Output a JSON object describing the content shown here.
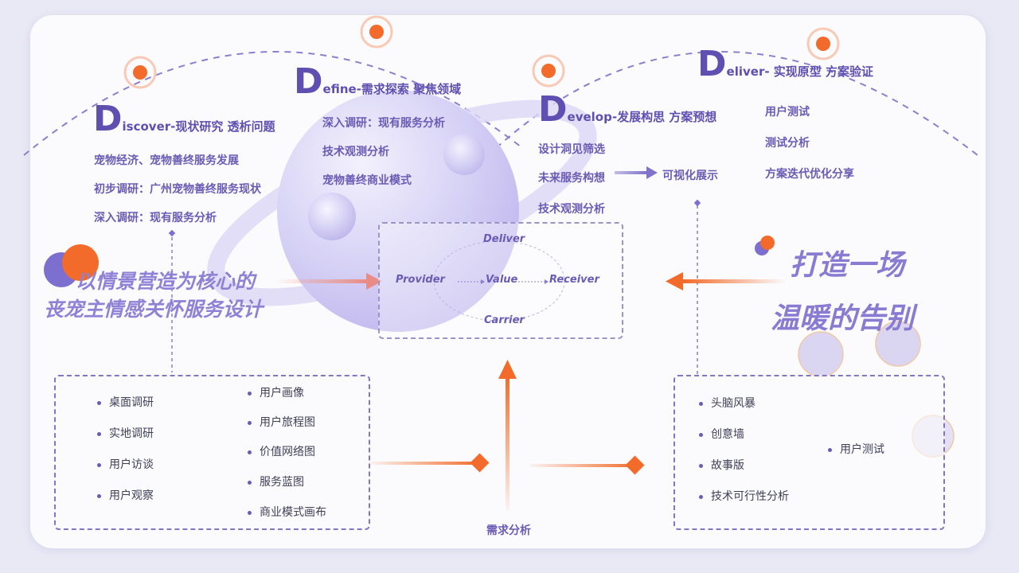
{
  "phases": {
    "discover": {
      "letter": "D",
      "rest": "iscover-现状研究 透析问题",
      "items": [
        "宠物经济、宠物善终服务发展",
        "初步调研：广州宠物善终服务现状",
        "深入调研：现有服务分析"
      ]
    },
    "define": {
      "letter": "D",
      "rest": "efine-需求探索 聚焦领域",
      "items": [
        "深入调研：现有服务分析",
        "技术观测分析",
        "宠物善终商业模式"
      ]
    },
    "develop": {
      "letter": "D",
      "rest": "evelop-发展构思 方案预想",
      "items": [
        "设计洞见筛选",
        "未来服务构想",
        "技术观测分析"
      ],
      "arrow_target": "可视化展示"
    },
    "deliver": {
      "letter": "D",
      "rest": "eliver- 实现原型 方案验证",
      "items": [
        "用户测试",
        "测试分析",
        "方案迭代优化分享"
      ]
    }
  },
  "slogans": {
    "left": [
      "以情景营造为核心的",
      "丧宠主情感关怀服务设计"
    ],
    "right": [
      "打造一场",
      "温暖的告别"
    ]
  },
  "center": {
    "provider": "Provider",
    "value": "Value",
    "receiver": "Receiver",
    "deliver": "Deliver",
    "carrier": "Carrier"
  },
  "left_box": {
    "col1": [
      "桌面调研",
      "实地调研",
      "用户访谈",
      "用户观察"
    ],
    "col2": [
      "用户画像",
      "用户旅程图",
      "价值网络图",
      "服务蓝图",
      "商业模式画布"
    ]
  },
  "right_box": {
    "col1": [
      "头脑风暴",
      "创意墙",
      "故事版",
      "技术可行性分析"
    ],
    "col2": [
      "用户测试"
    ]
  },
  "bottom_label": "需求分析",
  "colors": {
    "accent": "#f26b2a",
    "purple": "#6b5bb5",
    "light_purple": "#b8b1ea",
    "bg": "#e9e8f5"
  }
}
